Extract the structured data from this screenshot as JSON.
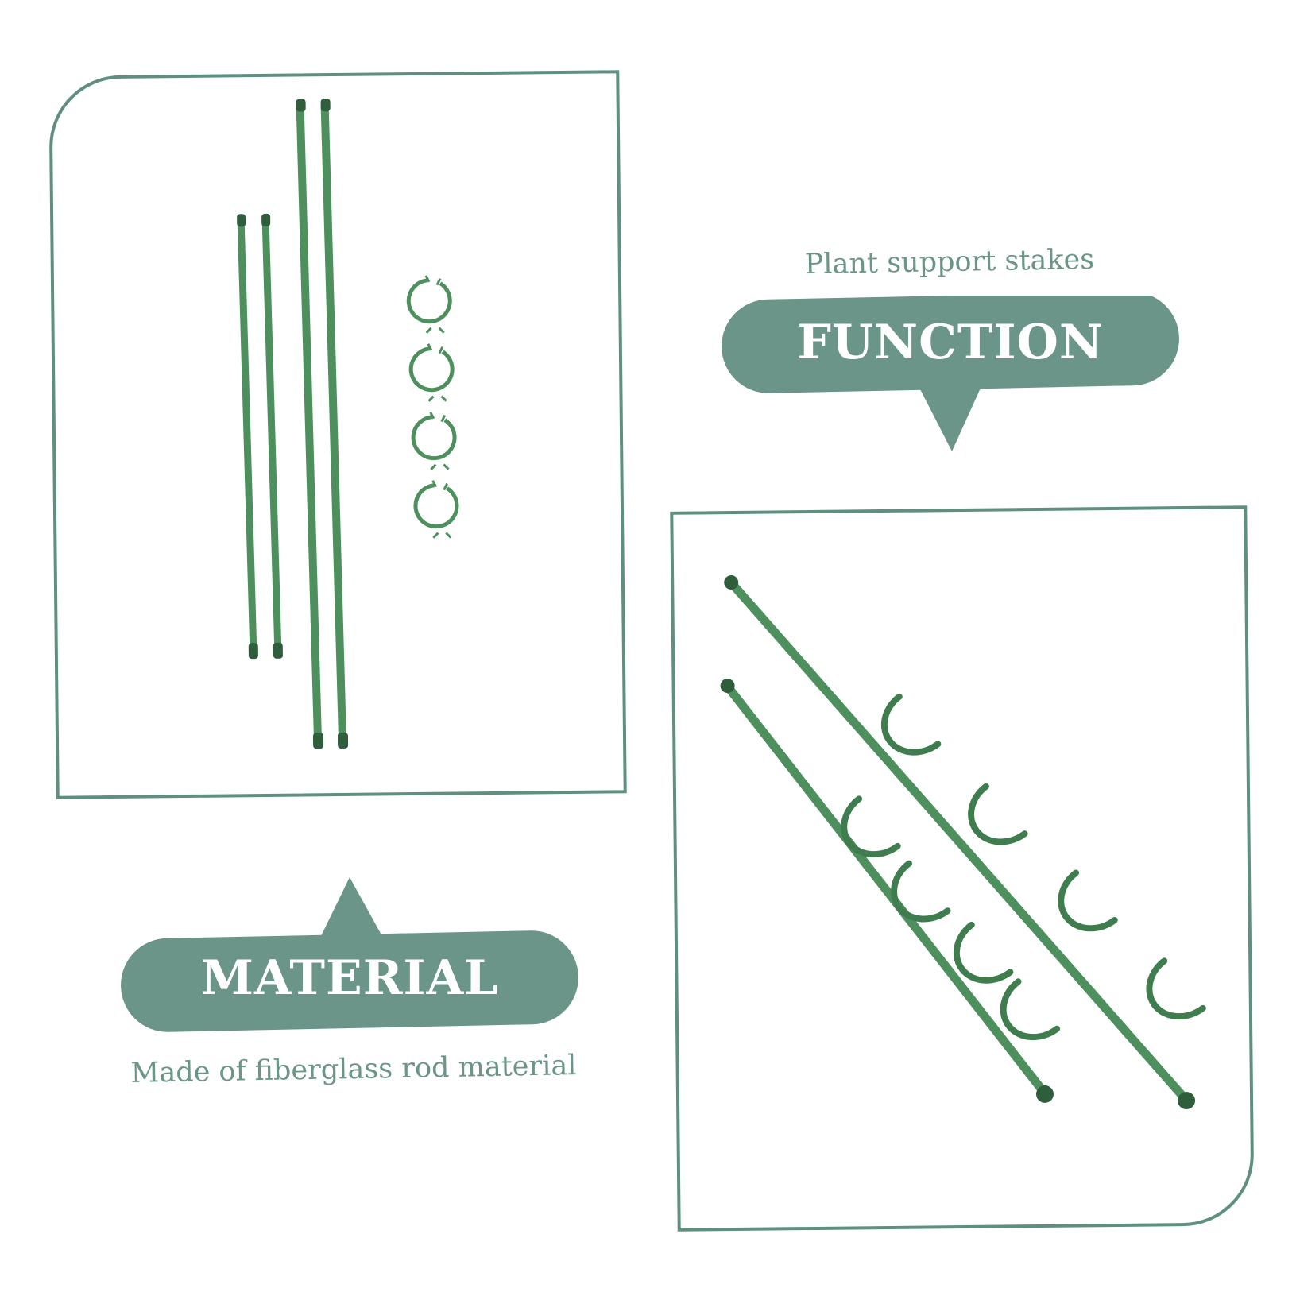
{
  "function_panel": {
    "caption": "Plant support stakes",
    "label": "FUNCTION"
  },
  "material_panel": {
    "label": "MATERIAL",
    "caption": "Made of fiberglass rod material"
  },
  "colors": {
    "accent": "#6a9588",
    "frame": "#5f8f81",
    "stake_green": "#4e8f5e",
    "stake_dark": "#2f5e3c",
    "background": "#ffffff"
  }
}
